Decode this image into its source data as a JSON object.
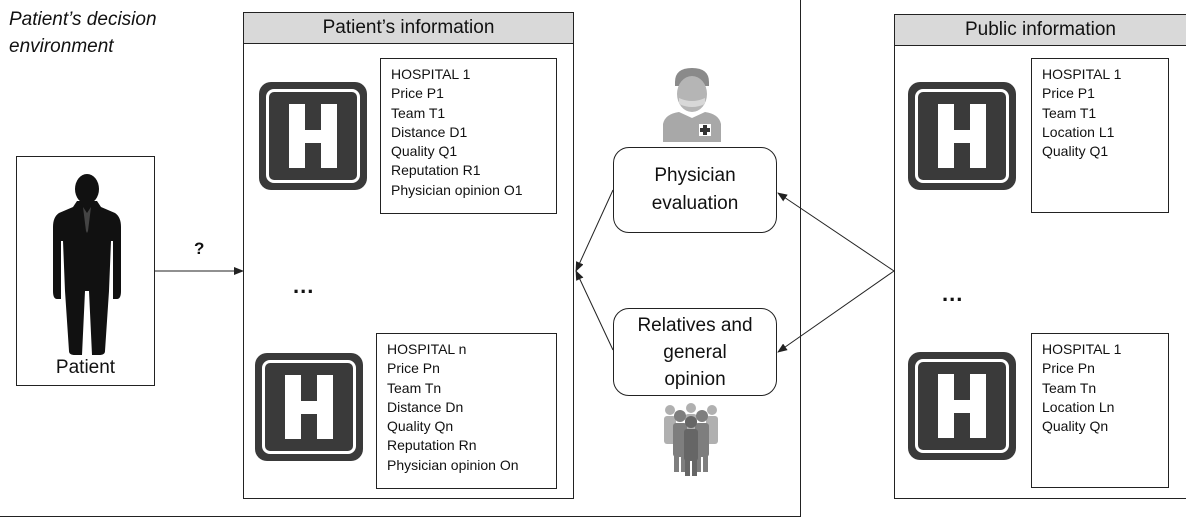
{
  "environment": {
    "title_line1": "Patient’s decision",
    "title_line2": "environment"
  },
  "patient": {
    "label": "Patient",
    "question": "?"
  },
  "patient_info": {
    "header": "Patient’s information",
    "ellipsis": "...",
    "hospital_1": [
      "HOSPITAL 1",
      "Price P1",
      "Team T1",
      "Distance D1",
      "Quality Q1",
      "Reputation R1",
      "Physician opinion O1"
    ],
    "hospital_n": [
      "HOSPITAL n",
      "Price Pn",
      "Team Tn",
      "Distance Dn",
      "Quality Qn",
      "Reputation Rn",
      "Physician opinion On"
    ]
  },
  "middle": {
    "physician_line1": "Physician",
    "physician_line2": "evaluation",
    "relatives_line1": "Relatives and",
    "relatives_line2": "general",
    "relatives_line3": "opinion"
  },
  "public_info": {
    "header": "Public information",
    "ellipsis": "...",
    "hospital_1": [
      "HOSPITAL 1",
      "Price P1",
      "Team T1",
      "Location L1",
      "Quality Q1"
    ],
    "hospital_n": [
      "HOSPITAL 1",
      "Price Pn",
      "Team Tn",
      "Location Ln",
      "Quality Qn"
    ]
  },
  "icons": {
    "hospital": "hospital-sign-icon",
    "physician": "physician-icon",
    "crowd": "crowd-icon",
    "patient": "businessman-silhouette-icon"
  },
  "colors": {
    "header_fill": "#d9d9d9",
    "icon_dark": "#3a3a3a",
    "physician_gray": "#9a9a9a",
    "crowd_gray": "#8c8c8c"
  }
}
